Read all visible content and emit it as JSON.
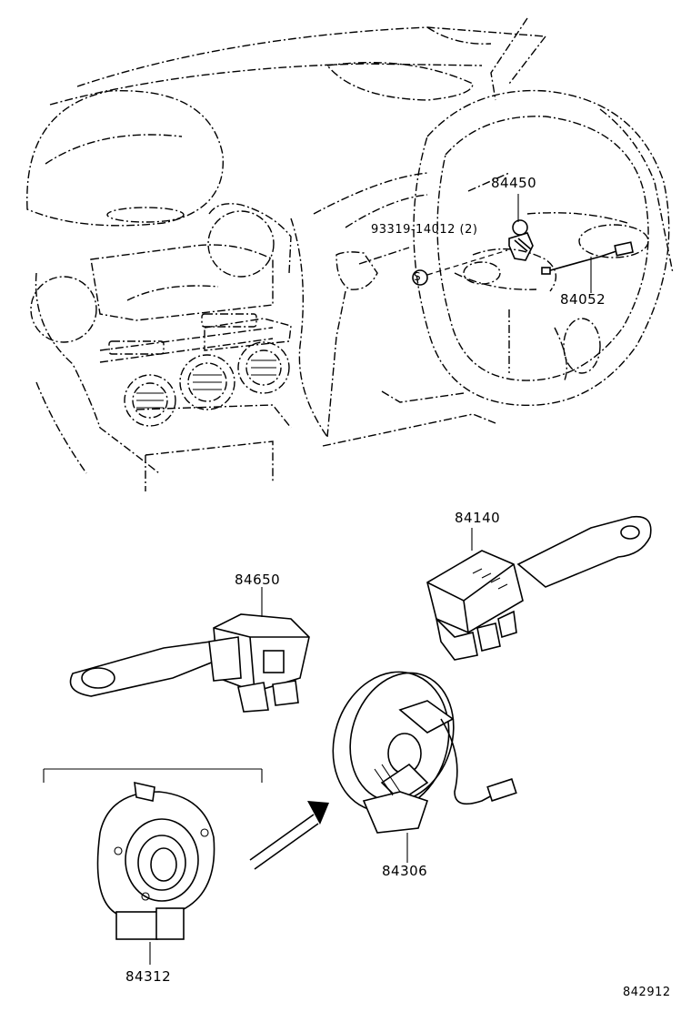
{
  "diagram": {
    "part_labels": {
      "p84450": "84450",
      "p93319": "93319-14012 (2)",
      "p84052": "84052",
      "p84140": "84140",
      "p84650": "84650",
      "p84306": "84306",
      "p84312": "84312"
    },
    "figure_code": "842912",
    "marker_symbol": "S"
  }
}
